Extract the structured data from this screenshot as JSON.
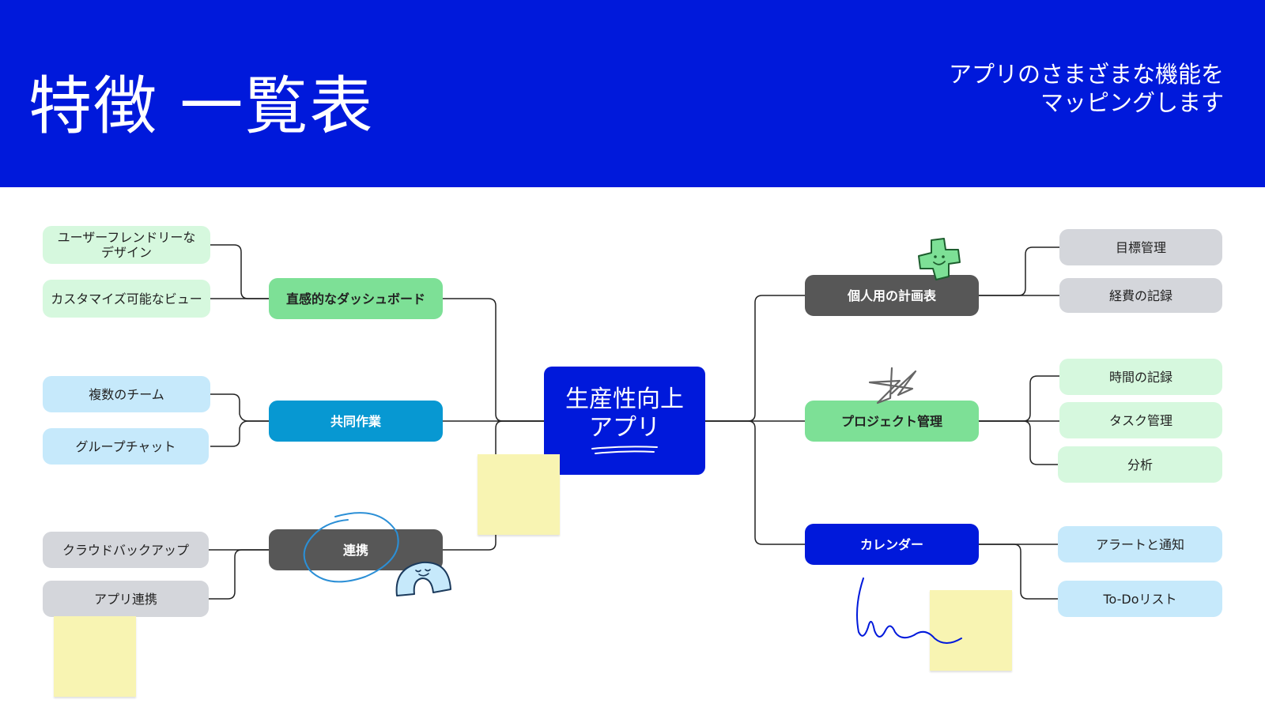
{
  "header": {
    "title": "特徴 一覧表",
    "subtitle_line1": "アプリのさまざまな機能を",
    "subtitle_line2": "マッピングします",
    "background": "#0019db"
  },
  "center": {
    "line1": "生産性向上",
    "line2": "アプリ",
    "color": "#0019db"
  },
  "left_branches": [
    {
      "label": "直感的なダッシュボード",
      "color": "#7de096",
      "children": [
        "ユーザーフレンドリーな\nデザイン",
        "カスタマイズ可能なビュー"
      ]
    },
    {
      "label": "共同作業",
      "color": "#0798d2",
      "children": [
        "複数のチーム",
        "グループチャット"
      ]
    },
    {
      "label": "連携",
      "color": "#575757",
      "children": [
        "クラウドバックアップ",
        "アプリ連携"
      ]
    }
  ],
  "right_branches": [
    {
      "label": "個人用の計画表",
      "color": "#575757",
      "children": [
        "目標管理",
        "経費の記録"
      ]
    },
    {
      "label": "プロジェクト管理",
      "color": "#7de096",
      "children": [
        "時間の記録",
        "タスク管理",
        "分析"
      ]
    },
    {
      "label": "カレンダー",
      "color": "#0019db",
      "children": [
        "アラートと通知",
        "To-Doリスト"
      ]
    }
  ],
  "decorations": [
    "sticky-note",
    "sticky-note",
    "sticky-note",
    "star-doodle",
    "smiley-sticker",
    "half-sun-sticker",
    "scribble-doodle",
    "circle-doodle"
  ]
}
